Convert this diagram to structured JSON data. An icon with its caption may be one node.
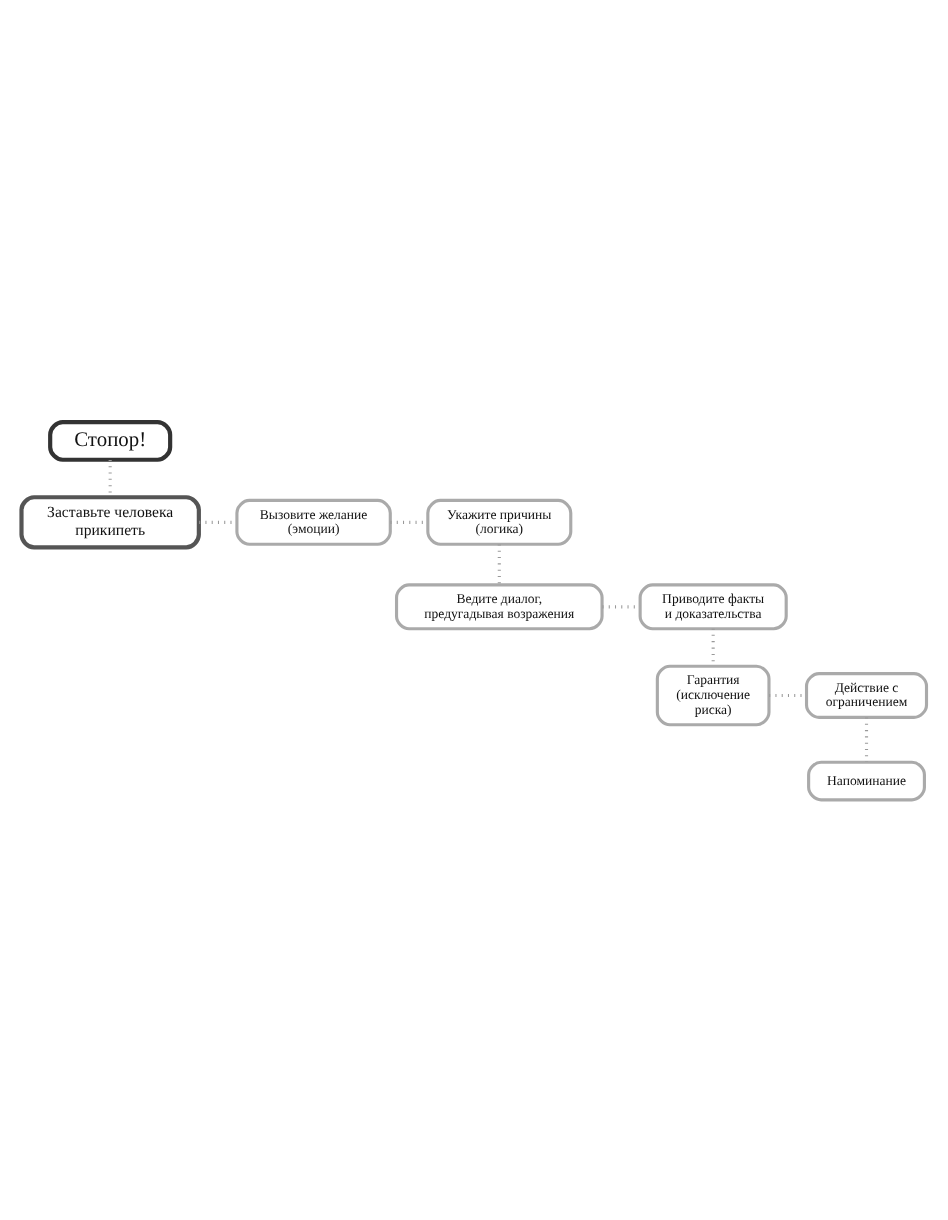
{
  "diagram": {
    "nodes": [
      {
        "text": [
          "Стопор!"
        ]
      },
      {
        "text": [
          "Заставьте человека прикипеть"
        ]
      },
      {
        "text": [
          "Вызовите желание (эмоции)"
        ]
      },
      {
        "text": [
          "Укажите причины (логика)"
        ]
      },
      {
        "text": [
          "Ведите диалог, предугадывая возражения"
        ]
      },
      {
        "text": [
          "Приводите факты и доказательства"
        ]
      },
      {
        "text": [
          "Гарантия (исключение риска)"
        ]
      },
      {
        "text": [
          "Действие с ограничением"
        ]
      },
      {
        "text": [
          "Напоминание"
        ]
      }
    ],
    "edges": [
      {
        "from": 0,
        "to": 1,
        "arrow": "none"
      },
      {
        "from": 1,
        "to": 2,
        "arrow": "none"
      },
      {
        "from": 2,
        "to": 3,
        "arrow": "none"
      },
      {
        "from": 3,
        "to": 4,
        "arrow": "none"
      },
      {
        "from": 4,
        "to": 5,
        "arrow": "none"
      },
      {
        "from": 5,
        "to": 6,
        "arrow": "none"
      },
      {
        "from": 6,
        "to": 7,
        "arrow": "none"
      },
      {
        "from": 7,
        "to": 8,
        "arrow": "none"
      }
    ]
  }
}
